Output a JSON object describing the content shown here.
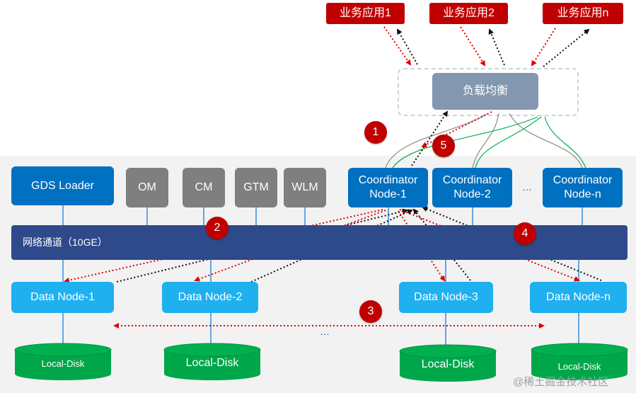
{
  "apps": [
    "业务应用1",
    "业务应用2",
    "业务应用n"
  ],
  "load_balancer": "负载均衡",
  "gds_loader": "GDS  Loader",
  "modules": [
    "OM",
    "CM",
    "GTM",
    "WLM"
  ],
  "coordinators": [
    {
      "line1": "Coordinator",
      "line2": "Node-1"
    },
    {
      "line1": "Coordinator",
      "line2": "Node-2"
    },
    {
      "line1": "Coordinator",
      "line2": "Node-n"
    }
  ],
  "coordinator_ellipsis": "…",
  "network_label": "网络通道（10GE）",
  "data_nodes": [
    "Data Node-1",
    "Data Node-2",
    "Data Node-3",
    "Data Node-n"
  ],
  "data_ellipsis": "…",
  "disks": [
    "Local-Disk",
    "Local-Disk",
    "Local-Disk",
    "Local-Disk"
  ],
  "steps": [
    "1",
    "2",
    "3",
    "4",
    "5"
  ],
  "watermark": "@稀土掘金技术社区",
  "colors": {
    "red": "#c00000",
    "dark_blue": "#0070c0",
    "light_blue": "#1fb0f0",
    "grey": "#7f7f7f",
    "network": "#2e4a8a",
    "disk_green": "#00b050"
  }
}
